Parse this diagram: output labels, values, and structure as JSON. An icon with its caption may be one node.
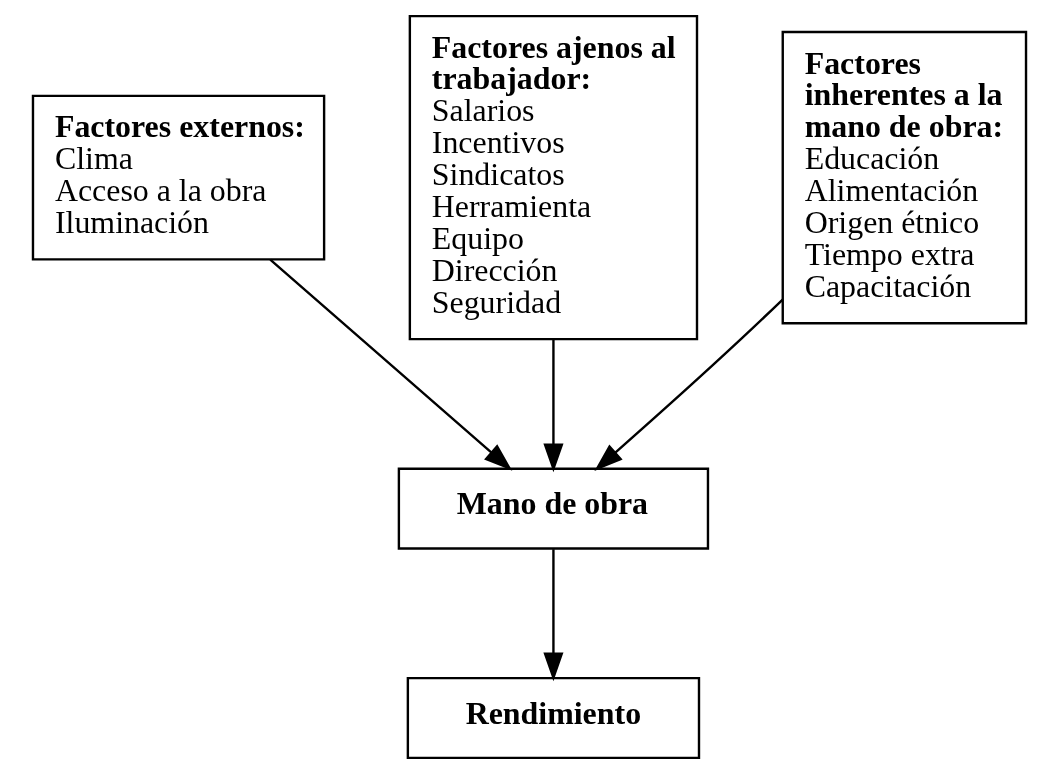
{
  "diagram": {
    "nodes": [
      {
        "text": [
          "Factores externos:",
          "Clima",
          "Acceso a la obra",
          "Iluminación"
        ]
      },
      {
        "text": [
          "Factores ajenos al trabajador:",
          "Salarios",
          "Incentivos",
          "Sindicatos",
          "Herramienta",
          "Equipo",
          "Dirección",
          "Seguridad"
        ]
      },
      {
        "text": [
          "Factores inherentes a la mano de obra:",
          "Educación",
          "Alimentación",
          "Origen étnico",
          "Tiempo extra",
          "Capacitación"
        ]
      },
      {
        "text": [
          "Mano de obra"
        ]
      },
      {
        "text": [
          "Rendimiento"
        ]
      }
    ],
    "edges": [
      {
        "from": 0,
        "to": 3,
        "arrow": "to"
      },
      {
        "from": 1,
        "to": 3,
        "arrow": "to"
      },
      {
        "from": 2,
        "to": 3,
        "arrow": "to"
      },
      {
        "from": 3,
        "to": 4,
        "arrow": "to"
      }
    ]
  }
}
